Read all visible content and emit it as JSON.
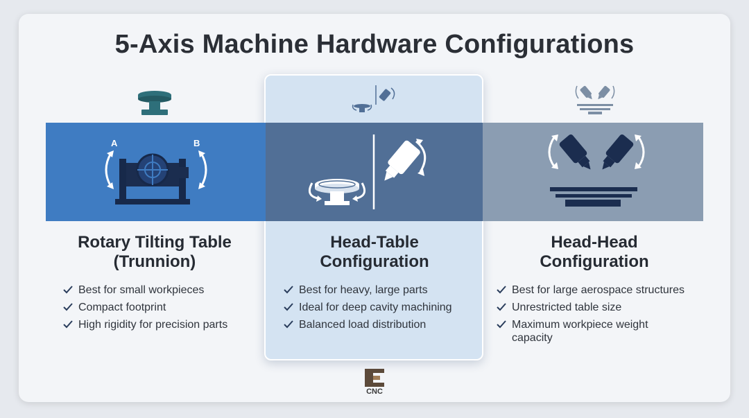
{
  "title": "5-Axis Machine Hardware Configurations",
  "columns": [
    {
      "title_line1": "Rotary Tilting Table",
      "title_line2": "(Trunnion)",
      "axis_a": "A",
      "axis_b": "B",
      "bullets": [
        "Best for small workpieces",
        "Compact footprint",
        "High rigidity for precision parts"
      ]
    },
    {
      "title_line1": "Head-Table",
      "title_line2": "Configuration",
      "bullets": [
        "Best for heavy, large parts",
        "Ideal for deep cavity machining",
        "Balanced load distribution"
      ]
    },
    {
      "title_line1": "Head-Head",
      "title_line2": "Configuration",
      "bullets": [
        "Best for large aerospace structures",
        "Unrestricted table size",
        "Maximum workpiece weight capacity"
      ]
    }
  ],
  "logo": {
    "text": "CNC"
  },
  "colors": {
    "band1": "#3f7cc2",
    "band2": "#516f96",
    "band3": "#8b9db2",
    "teal": "#2e6f7a",
    "navy": "#1b2d4f"
  }
}
